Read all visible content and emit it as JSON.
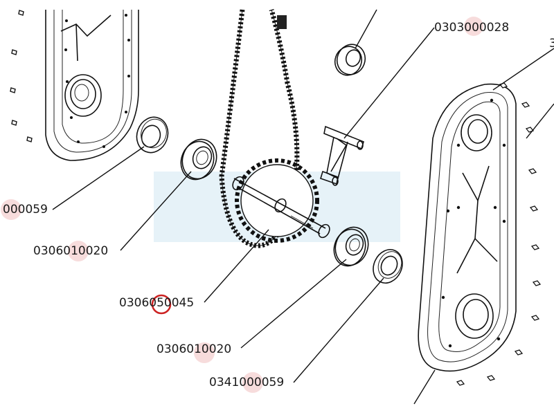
{
  "diagram": {
    "labels": {
      "top_right": "0303000028",
      "top_right_cut": "3",
      "left_seal": "000059",
      "left_bearing": "0306010020",
      "sprocket": "0306050045",
      "right_bearing": "0306010020",
      "right_seal": "0341000059"
    },
    "colors": {
      "watermark": "#e6f2f8",
      "highlight_blob": "#f7dcdc",
      "marker_circle": "#cc2222",
      "line": "#111111"
    }
  }
}
